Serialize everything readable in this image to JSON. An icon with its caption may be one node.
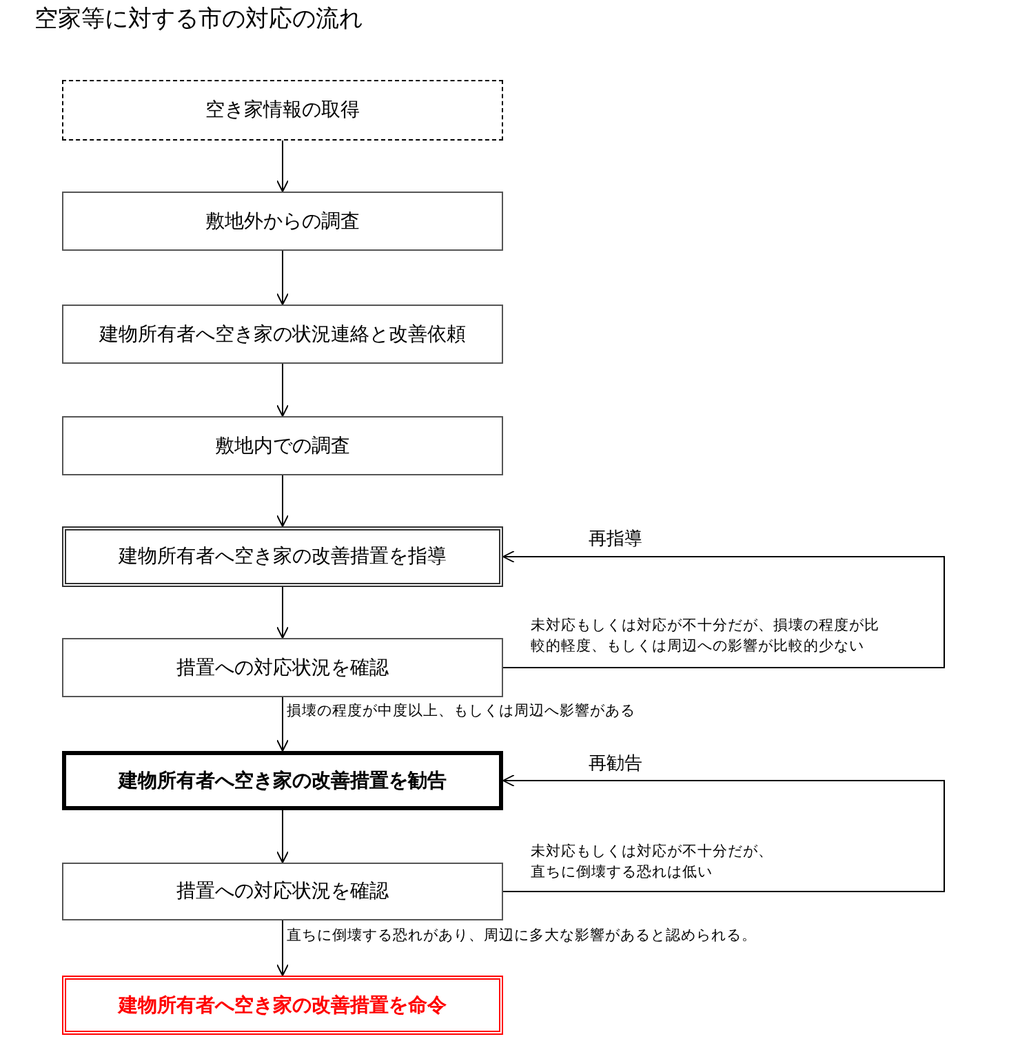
{
  "diagram": {
    "title": "空家等に対する市の対応の流れ",
    "nodes": [
      {
        "text": [
          "空き家情報の取得"
        ]
      },
      {
        "text": [
          "敷地外からの調査"
        ]
      },
      {
        "text": [
          "建物所有者へ空き家の状況連絡と改善依頼"
        ]
      },
      {
        "text": [
          "敷地内での調査"
        ]
      },
      {
        "text": [
          "建物所有者へ空き家の改善措置を指導"
        ]
      },
      {
        "text": [
          "措置への対応状況を確認"
        ]
      },
      {
        "text": [
          "建物所有者へ空き家の改善措置を勧告"
        ]
      },
      {
        "text": [
          "措置への対応状況を確認"
        ]
      },
      {
        "text": [
          "建物所有者へ空き家の改善措置を命令"
        ]
      }
    ],
    "edges": [
      {
        "from": 0,
        "to": 1,
        "arrow": "to"
      },
      {
        "from": 1,
        "to": 2,
        "arrow": "to"
      },
      {
        "from": 2,
        "to": 3,
        "arrow": "to"
      },
      {
        "from": 3,
        "to": 4,
        "arrow": "to"
      },
      {
        "from": 4,
        "to": 5,
        "arrow": "to"
      },
      {
        "from": 5,
        "to": 6,
        "arrow": "to",
        "label": "損壊の程度が中度以上、もしくは周辺へ影響がある"
      },
      {
        "from": 6,
        "to": 7,
        "arrow": "to"
      },
      {
        "from": 7,
        "to": 8,
        "arrow": "to",
        "label": "直ちに倒壊する恐れがあり、周辺に多大な影響があると認められる。"
      },
      {
        "from": 5,
        "to": 4,
        "arrow": "to",
        "label": "未対応もしくは対応が不十分だが、損壊の程度が比較的軽度、もしくは周辺への影響が比較的少ない"
      },
      {
        "from": 7,
        "to": 6,
        "arrow": "to",
        "label": "未対応もしくは対応が不十分だが、直ちに倒壊する恐れは低い"
      }
    ],
    "labels": [
      "再指導",
      "再勧告"
    ]
  }
}
